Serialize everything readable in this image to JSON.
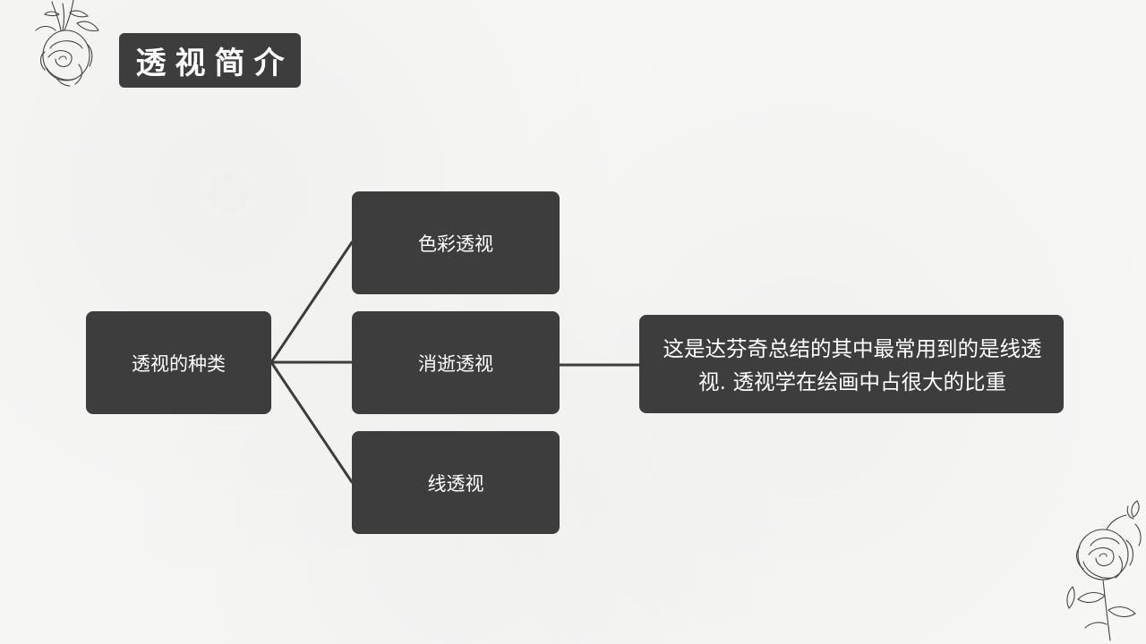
{
  "title": "透视简介",
  "root": {
    "label": "透视的种类"
  },
  "branches": [
    {
      "label": "色彩透视"
    },
    {
      "label": "消逝透视"
    },
    {
      "label": "线透视"
    }
  ],
  "description": "这是达芬奇总结的其中最常用到的是线透视. 透视学在绘画中占很大的比重",
  "colors": {
    "node_fill": "#3d3d3d",
    "connector": "#3d3d3d",
    "background": "#f6f6f5",
    "text": "#ffffff"
  },
  "icons": {
    "top_left": "rose-sketch-icon",
    "bottom_right": "rose-bouquet-sketch-icon"
  }
}
